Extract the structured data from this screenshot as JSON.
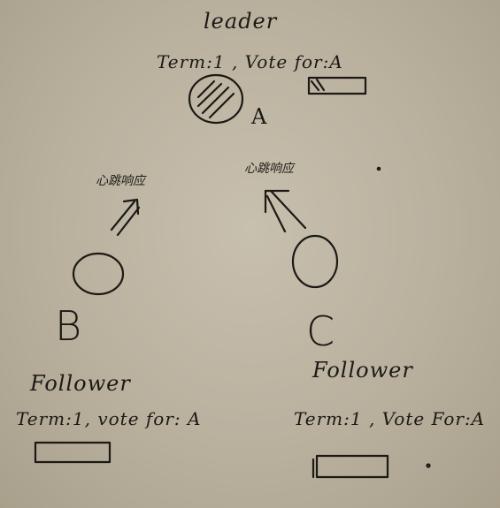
{
  "leader": {
    "role": "leader",
    "state": "Term:1 , Vote for:A",
    "name": "A"
  },
  "node_b": {
    "role": "Follower",
    "state": "Term:1, vote for: A",
    "name": "B",
    "heartbeat_note": "心跳响应"
  },
  "node_c": {
    "role": "Follower",
    "state": "Term:1 , Vote For:A",
    "name": "C",
    "heartbeat_note": "心跳响应"
  }
}
